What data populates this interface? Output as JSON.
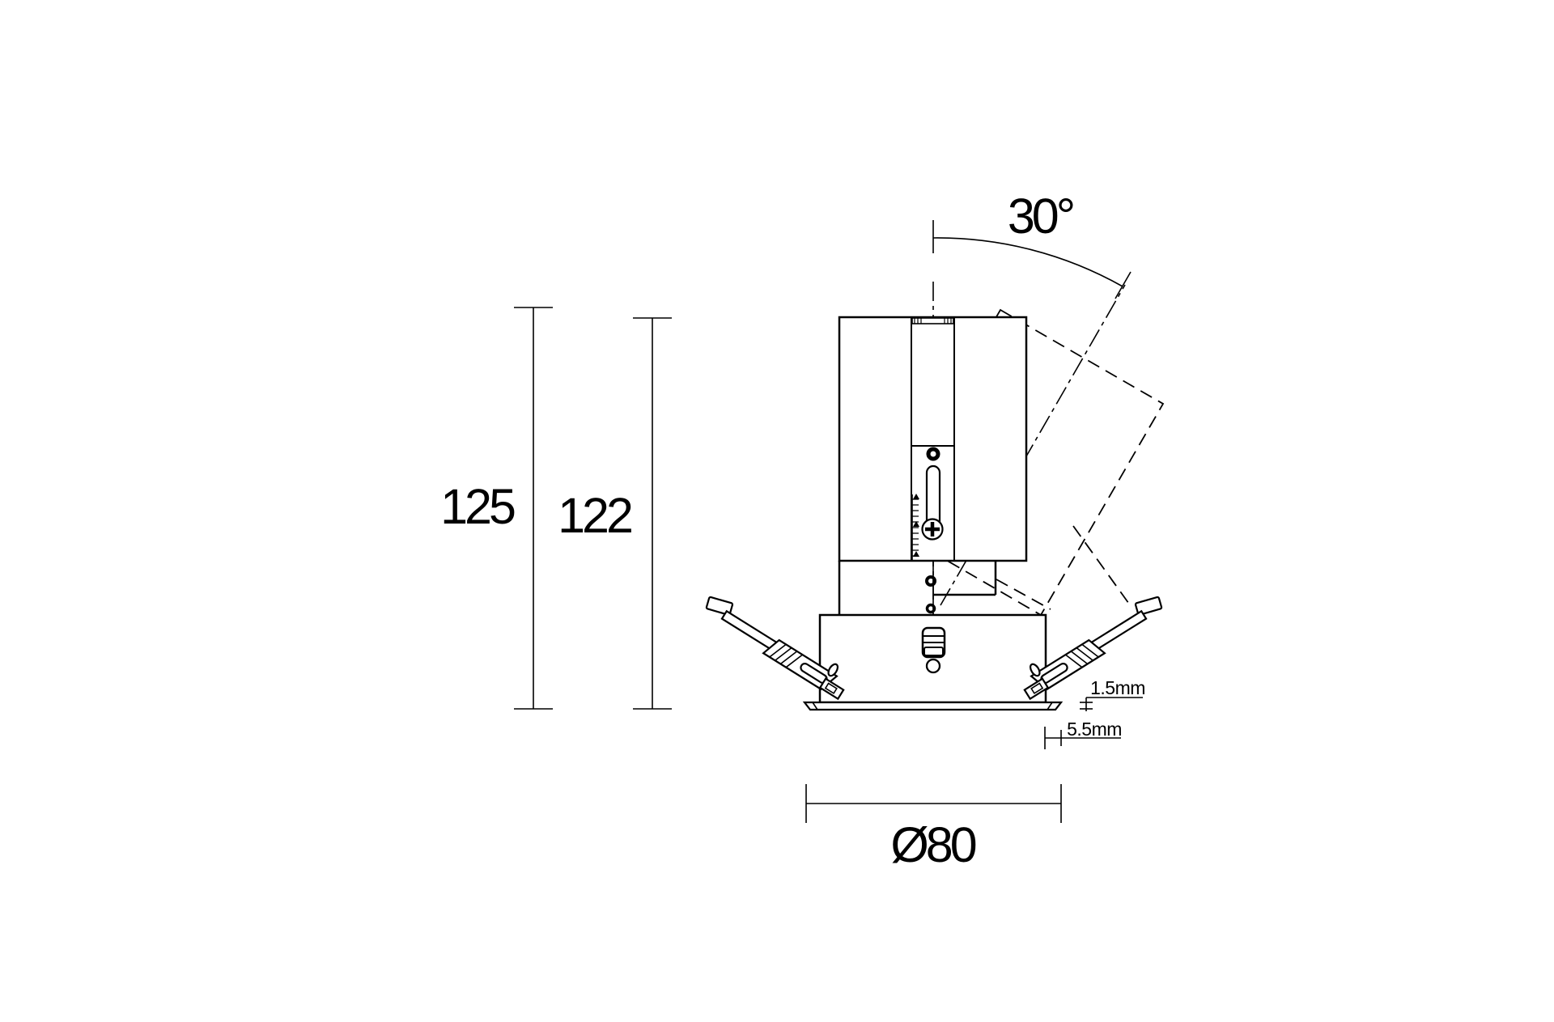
{
  "drawing": {
    "type": "technical-dimension-drawing",
    "subject": "recessed adjustable downlight, side elevation with 30-degree tilt envelope",
    "labels": {
      "overall_height": "125",
      "recessed_height": "122",
      "tilt_angle": "30°",
      "cutout_diameter": "Ø80",
      "rim_thickness": "1.5mm",
      "rim_width": "5.5mm"
    },
    "colors": {
      "line": "#000000",
      "background": "#ffffff"
    }
  }
}
